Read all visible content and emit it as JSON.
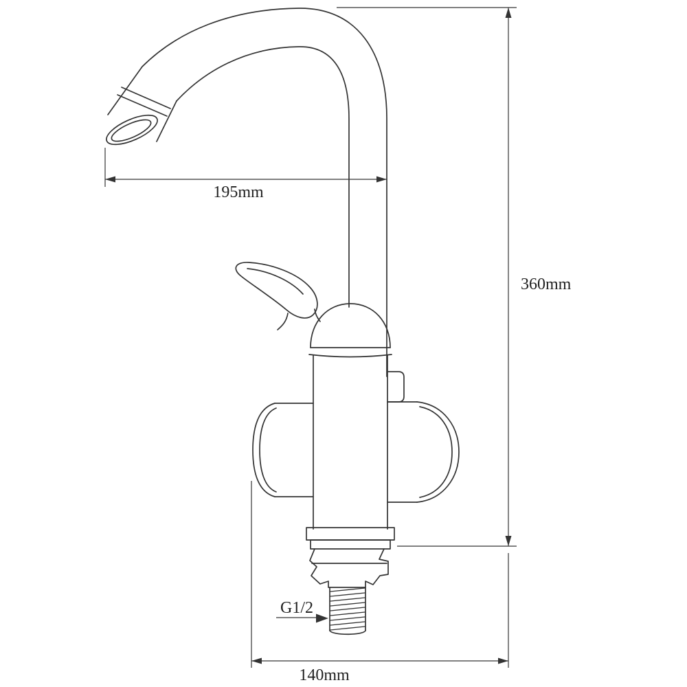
{
  "diagram": {
    "type": "technical-drawing",
    "background_color": "#ffffff",
    "line_color": "#333333",
    "text_color": "#1f1f1f",
    "labels": {
      "spout_reach": "195mm",
      "total_height": "360mm",
      "base_width": "140mm",
      "thread_size": "G1/2"
    }
  }
}
